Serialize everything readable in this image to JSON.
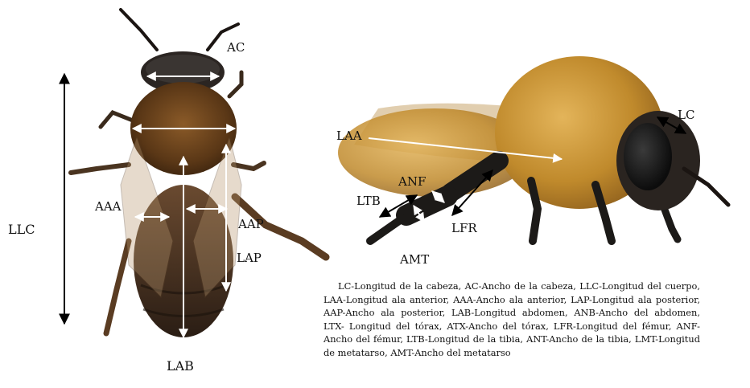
{
  "labels": {
    "ac": "AC",
    "llc": "LLC",
    "aaa": "AAA",
    "aap": "AAP",
    "lap": "LAP",
    "lab": "LAB",
    "laa": "LAA",
    "lc": "LC",
    "anf": "ANF",
    "ltb": "LTB",
    "lfr": "LFR",
    "amt": "AMT"
  },
  "caption": "LC-Longitud de la cabeza, AC-Ancho de la cabeza, LLC-Longitud del cuerpo, LAA-Longitud ala anterior, AAA-Ancho ala anterior, LAP-Longitud ala posterior, AAP-Ancho ala posterior, LAB-Longitud abdomen, ANB-Ancho del abdomen, LTX- Longitud del tórax, ATX-Ancho del tórax, LFR-Longitud del fémur, ANF-Ancho del fémur, LTB-Longitud de la tibia, ANT-Ancho de la tibia, LMT-Longitud de metatarso, AMT-Ancho del metatarso",
  "colors": {
    "background": "#ffffff",
    "bee_body": "#6b4520",
    "bee_fur": "#c8902e",
    "bee_dark": "#1e1a17",
    "arrow_white": "#ffffff",
    "arrow_black": "#000000"
  }
}
